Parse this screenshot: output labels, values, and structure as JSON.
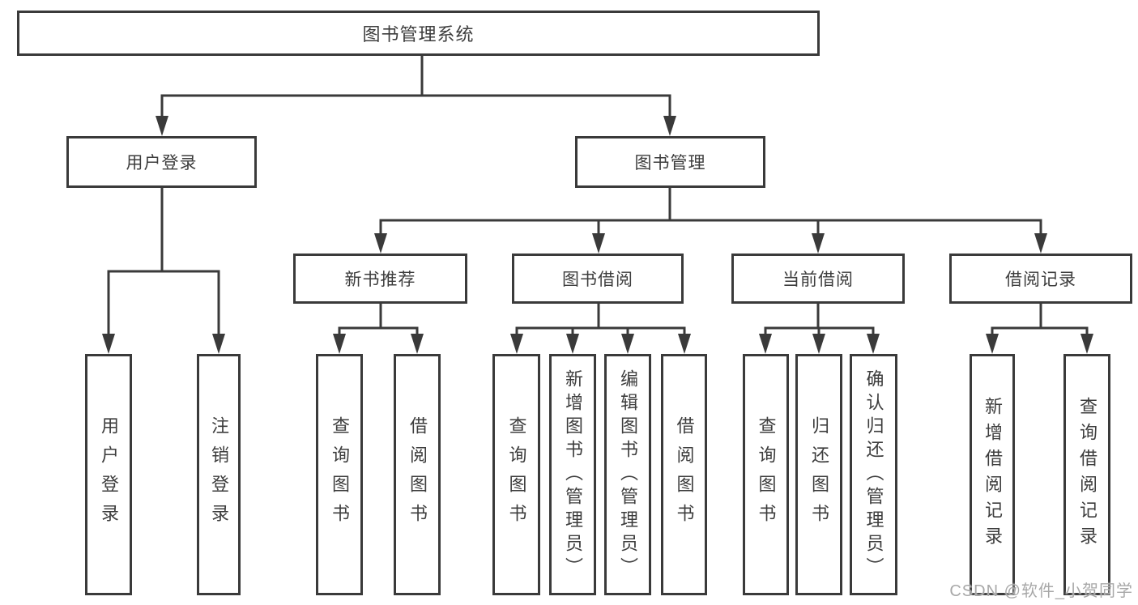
{
  "diagram": {
    "title": "图书管理系统",
    "level2": [
      {
        "label": "用户登录"
      },
      {
        "label": "图书管理"
      }
    ],
    "level3": [
      {
        "label": "新书推荐"
      },
      {
        "label": "图书借阅"
      },
      {
        "label": "当前借阅"
      },
      {
        "label": "借阅记录"
      }
    ],
    "leaves": [
      {
        "label": "用户登录"
      },
      {
        "label": "注销登录"
      },
      {
        "label": "查询图书"
      },
      {
        "label": "借阅图书"
      },
      {
        "label": "查询图书"
      },
      {
        "label": "新增图书（管理员）"
      },
      {
        "label": "编辑图书（管理员）"
      },
      {
        "label": "借阅图书"
      },
      {
        "label": "查询图书"
      },
      {
        "label": "归还图书"
      },
      {
        "label": "确认归还（管理员）"
      },
      {
        "label": "新增借阅记录"
      },
      {
        "label": "查询借阅记录"
      }
    ]
  },
  "watermark": "CSDN @软件_小贺同学",
  "colors": {
    "line": "#3a3a3a",
    "text": "#3d3d3d",
    "watermark": "#a8a8a8"
  }
}
